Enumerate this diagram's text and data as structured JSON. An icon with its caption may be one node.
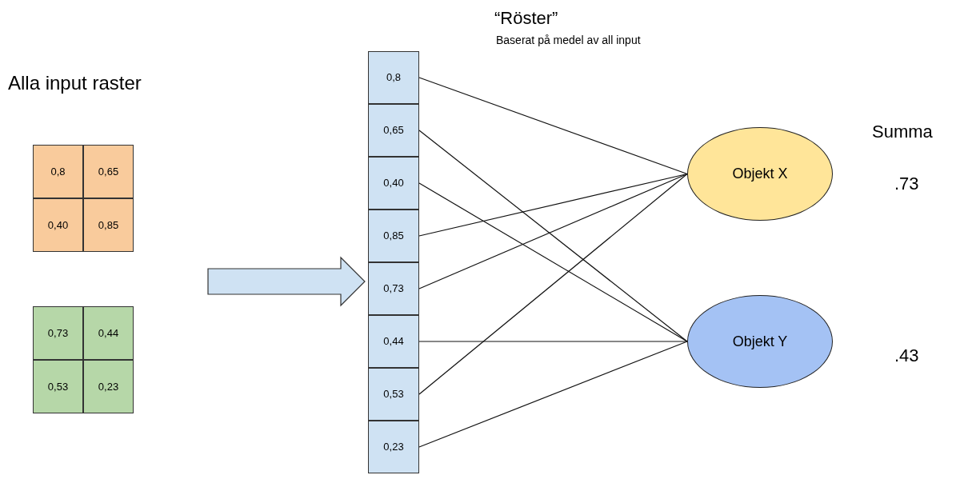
{
  "diagram": {
    "nodes": [
      {
        "text": [
          "0,8"
        ]
      },
      {
        "text": [
          "0,65"
        ]
      },
      {
        "text": [
          "0,40"
        ]
      },
      {
        "text": [
          "0,85"
        ]
      },
      {
        "text": [
          "0,73"
        ]
      },
      {
        "text": [
          "0,44"
        ]
      },
      {
        "text": [
          "0,53"
        ]
      },
      {
        "text": [
          "0,23"
        ]
      },
      {
        "text": [],
        "shape": "bar"
      },
      {
        "text": [
          "0,8"
        ],
        "in": 8
      },
      {
        "text": [
          "0,65"
        ],
        "in": 8
      },
      {
        "text": [
          "0,40"
        ],
        "in": 8
      },
      {
        "text": [
          "0,85"
        ],
        "in": 8
      },
      {
        "text": [
          "0,73"
        ],
        "in": 8
      },
      {
        "text": [
          "0,44"
        ],
        "in": 8
      },
      {
        "text": [
          "0,53"
        ],
        "in": 8
      },
      {
        "text": [
          "0,23"
        ],
        "in": 8
      },
      {
        "text": [
          "Objekt X"
        ]
      },
      {
        "text": [
          "Objekt Y"
        ]
      }
    ],
    "edges": [
      {
        "from": null,
        "to": 8,
        "arrow": "to"
      },
      {
        "from": 9,
        "to": 17,
        "arrow": "none"
      },
      {
        "from": 10,
        "to": 18,
        "arrow": "none"
      },
      {
        "from": 11,
        "to": 18,
        "arrow": "none"
      },
      {
        "from": 12,
        "to": 17,
        "arrow": "none"
      },
      {
        "from": 13,
        "to": 17,
        "arrow": "none"
      },
      {
        "from": 14,
        "to": 18,
        "arrow": "none"
      },
      {
        "from": 15,
        "to": 17,
        "arrow": "none"
      },
      {
        "from": 16,
        "to": 18,
        "arrow": "none"
      }
    ],
    "labels": [
      "Alla input raster",
      "“Röster”",
      "Baserat på medel av all input",
      "Summa",
      ".73",
      ".43"
    ]
  }
}
